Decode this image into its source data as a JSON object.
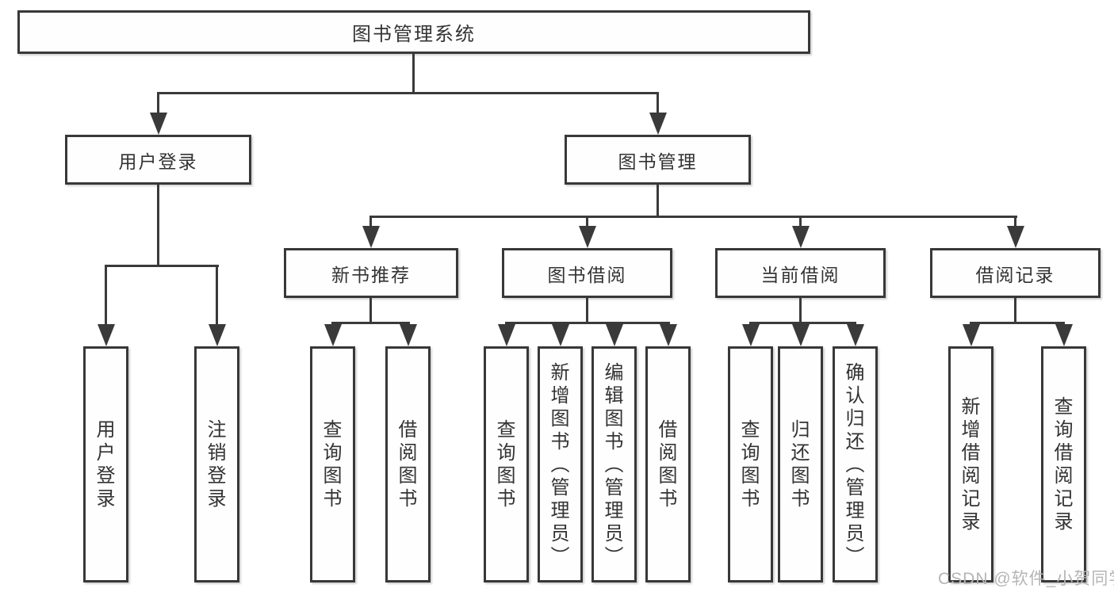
{
  "diagram": {
    "type": "tree-structure-chart",
    "title": "图书管理系统",
    "colors": {
      "background": "#ffffff",
      "line": "#3a3a3a",
      "box_border": "#383838",
      "text": "#333333",
      "watermark": "#b5b5b5"
    },
    "nodes": {
      "root": {
        "label": "图书管理系统"
      },
      "user_login": {
        "label": "用户登录"
      },
      "book_management": {
        "label": "图书管理"
      },
      "new_book_recommend": {
        "label": "新书推荐"
      },
      "book_borrowing": {
        "label": "图书借阅"
      },
      "current_borrowing": {
        "label": "当前借阅"
      },
      "borrowing_records": {
        "label": "借阅记录"
      },
      "user_login_leaf": {
        "label": "用户登录"
      },
      "logout_leaf": {
        "label": "注销登录"
      },
      "query_books_a": {
        "label": "查询图书"
      },
      "borrow_books_a": {
        "label": "借阅图书"
      },
      "query_books_b": {
        "label": "查询图书"
      },
      "add_books_admin": {
        "label": "新增图书（管理员）"
      },
      "edit_books_admin": {
        "label": "编辑图书（管理员）"
      },
      "borrow_books_b": {
        "label": "借阅图书"
      },
      "query_books_c": {
        "label": "查询图书"
      },
      "return_books": {
        "label": "归还图书"
      },
      "confirm_return_admin": {
        "label": "确认归还（管理员）"
      },
      "add_borrow_record": {
        "label": "新增借阅记录"
      },
      "query_borrow_record": {
        "label": "查询借阅记录"
      }
    },
    "hierarchy": {
      "图书管理系统": {
        "用户登录": [
          "用户登录",
          "注销登录"
        ],
        "图书管理": {
          "新书推荐": [
            "查询图书",
            "借阅图书"
          ],
          "图书借阅": [
            "查询图书",
            "新增图书（管理员）",
            "编辑图书（管理员）",
            "借阅图书"
          ],
          "当前借阅": [
            "查询图书",
            "归还图书",
            "确认归还（管理员）"
          ],
          "借阅记录": [
            "新增借阅记录",
            "查询借阅记录"
          ]
        }
      }
    },
    "watermark": "CSDN @软件_小贺同学"
  }
}
